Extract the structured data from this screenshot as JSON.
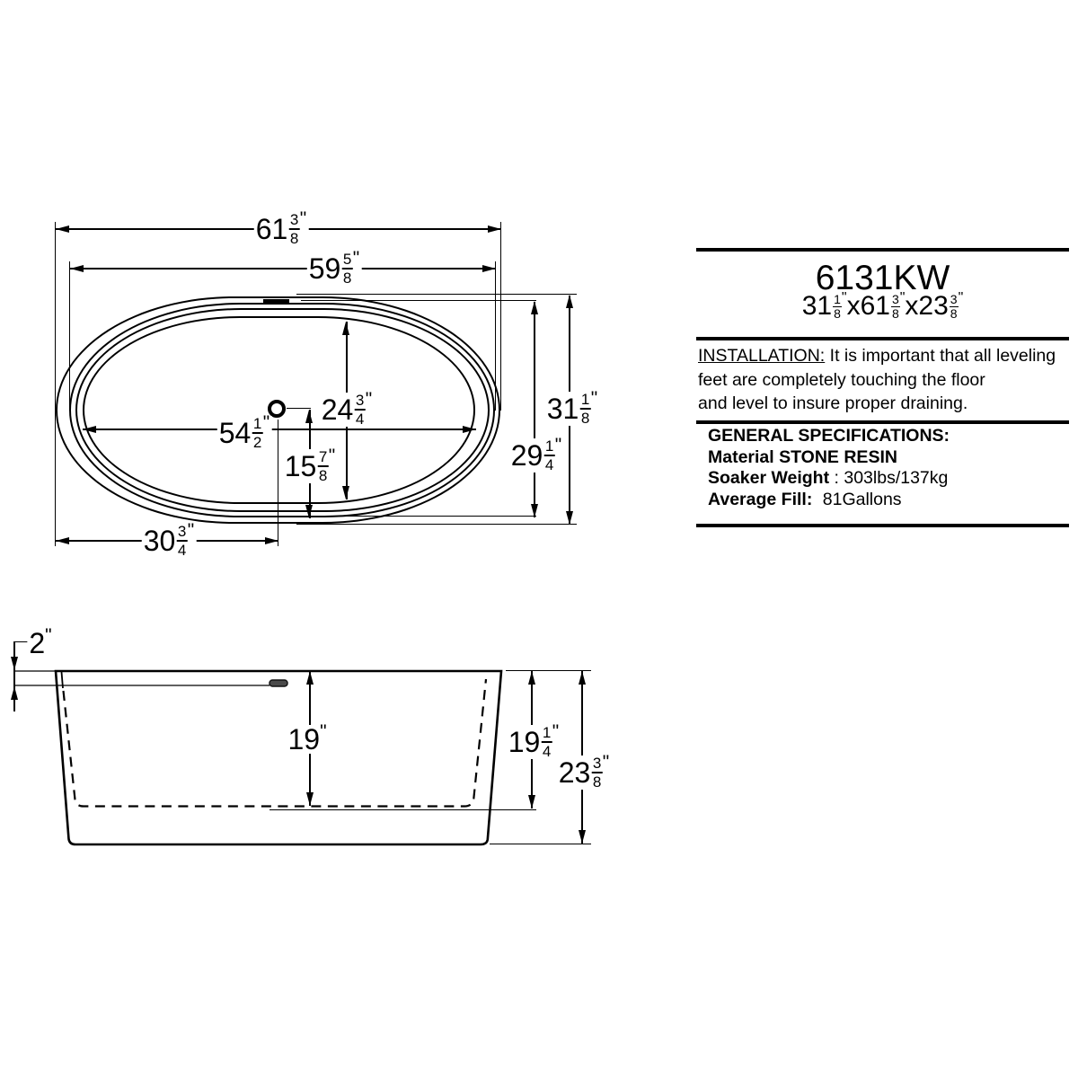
{
  "top_view": {
    "dims": {
      "overall_length": {
        "whole": "61",
        "num": "3",
        "den": "8",
        "unit": "\""
      },
      "rim_length": {
        "whole": "59",
        "num": "5",
        "den": "8",
        "unit": "\""
      },
      "basin_length": {
        "whole": "54",
        "num": "1",
        "den": "2",
        "unit": "\""
      },
      "basin_width": {
        "whole": "24",
        "num": "3",
        "den": "4",
        "unit": "\""
      },
      "drain_to_front": {
        "whole": "15",
        "num": "7",
        "den": "8",
        "unit": "\""
      },
      "drain_offset": {
        "whole": "30",
        "num": "3",
        "den": "4",
        "unit": "\""
      },
      "overall_width": {
        "whole": "31",
        "num": "1",
        "den": "8",
        "unit": "\""
      },
      "rim_width": {
        "whole": "29",
        "num": "1",
        "den": "4",
        "unit": "\""
      }
    }
  },
  "side_view": {
    "dims": {
      "rim_to_overflow": {
        "whole": "2",
        "unit": "\""
      },
      "basin_depth": {
        "whole": "19",
        "unit": "\""
      },
      "inner_height": {
        "whole": "19",
        "num": "1",
        "den": "4",
        "unit": "\""
      },
      "overall_height": {
        "whole": "23",
        "num": "3",
        "den": "8",
        "unit": "\""
      }
    }
  },
  "panel": {
    "model": "6131KW",
    "size": {
      "width": {
        "whole": "31",
        "num": "1",
        "den": "8",
        "unit": "\""
      },
      "sep1": "x",
      "length": {
        "whole": "61",
        "num": "3",
        "den": "8",
        "unit": "\""
      },
      "sep2": "x",
      "height": {
        "whole": "23",
        "num": "3",
        "den": "8",
        "unit": "\""
      }
    },
    "installation": {
      "label": "INSTALLATION:",
      "line1": "It is important that all leveling",
      "line2": "feet are completely touching the floor",
      "line3": "and level to insure proper draining."
    },
    "specs": {
      "title": "GENERAL SPECIFICATIONS:",
      "material": "Material STONE RESIN",
      "soaker_label": "Soaker Weight",
      "soaker_value": ": 303lbs/137kg",
      "fill_label": "Average Fill:",
      "fill_value": "81Gallons"
    }
  },
  "colors": {
    "line": "#000000",
    "background": "#ffffff",
    "drain_fill": "#4a4a4a"
  }
}
